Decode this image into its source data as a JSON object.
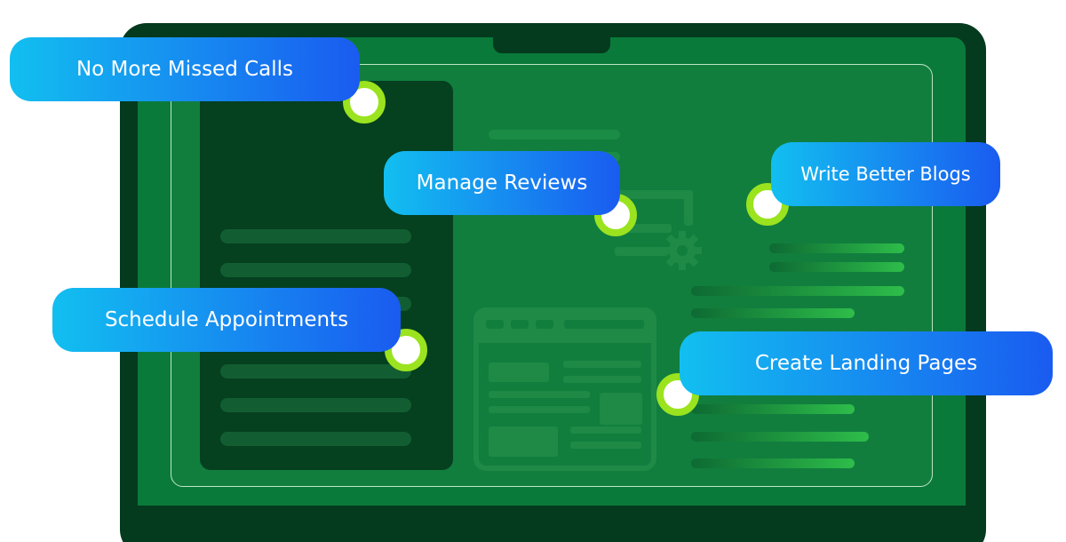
{
  "callouts": {
    "missed_calls": "No More Missed Calls",
    "reviews": "Manage Reviews",
    "blogs": "Write Better Blogs",
    "appointments": "Schedule Appointments",
    "landing_pages": "Create Landing Pages"
  },
  "colors": {
    "laptop_frame": "#043a1e",
    "screen": "#0a7a3a",
    "bubble_start": "#12bff0",
    "bubble_end": "#1a5bf0",
    "dot_ring": "#9ae31e"
  },
  "icons": [
    "gear-icon",
    "workflow-diagram-icon",
    "document-card-icon"
  ]
}
